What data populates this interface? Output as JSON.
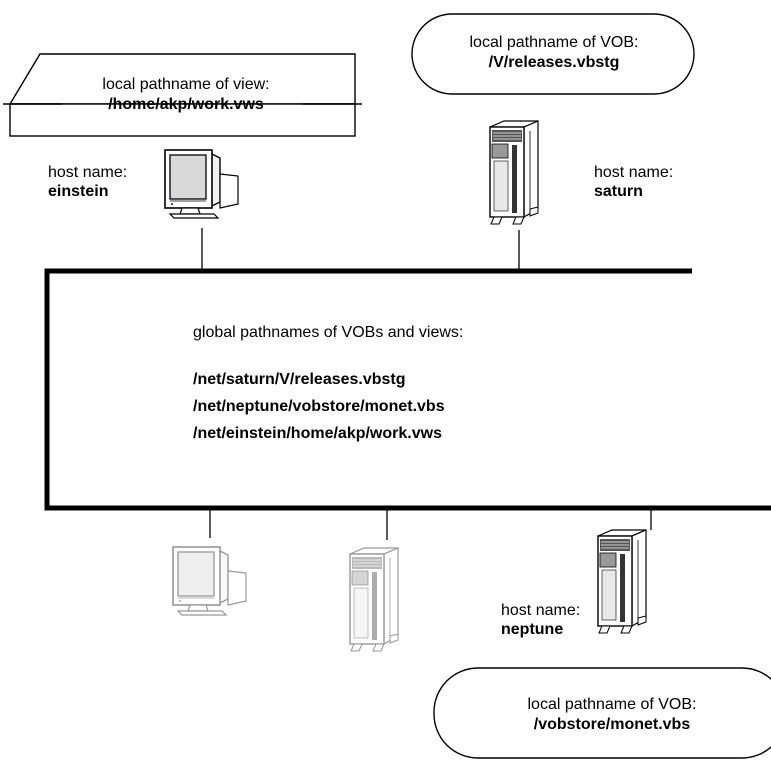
{
  "view_callout": {
    "label": "local pathname of view:",
    "path": "/home/akp/work.vws"
  },
  "vob_callout_top": {
    "label": "local pathname of VOB:",
    "path": "/V/releases.vbstg"
  },
  "vob_callout_bottom": {
    "label": "local pathname of VOB:",
    "path": "/vobstore/monet.vbs"
  },
  "hosts": {
    "einstein": {
      "label": "host name:",
      "name": "einstein"
    },
    "saturn": {
      "label": "host name:",
      "name": "saturn"
    },
    "neptune": {
      "label": "host name:",
      "name": "neptune"
    }
  },
  "network": {
    "heading": "global pathnames of VOBs and views:",
    "paths": [
      "/net/saturn/V/releases.vbstg",
      "/net/neptune/vobstore/monet.vbs",
      "/net/einstein/home/akp/work.vws"
    ]
  }
}
